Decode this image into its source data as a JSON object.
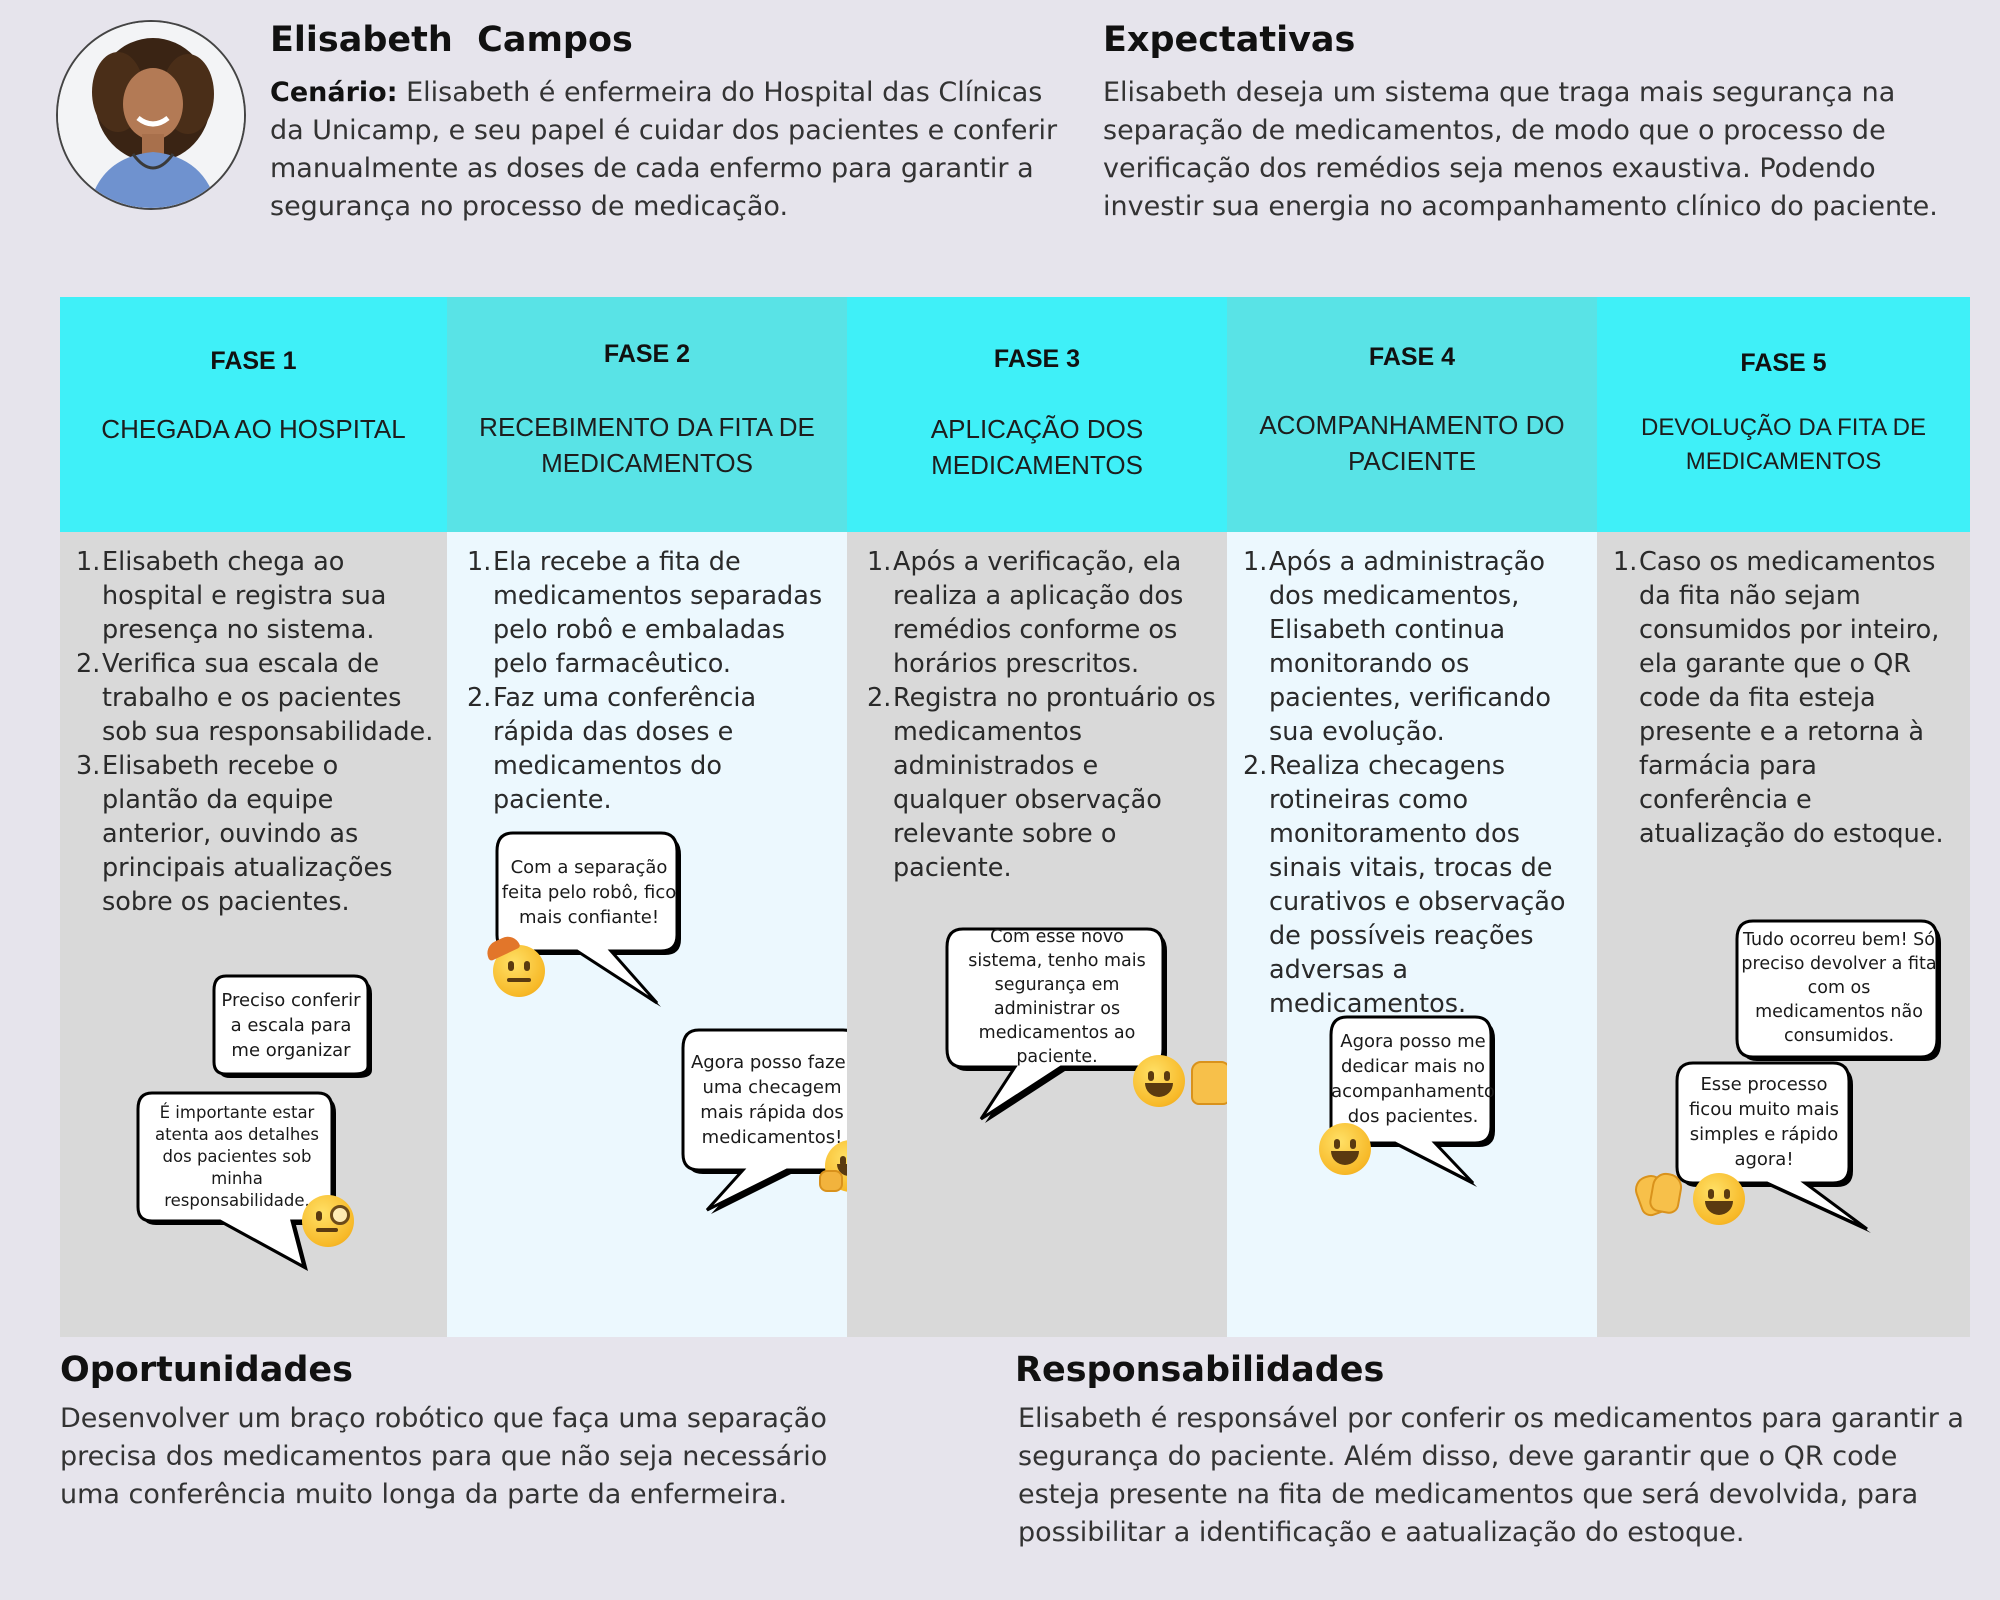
{
  "persona": {
    "name": "Elisabeth  Campos",
    "scenario_label": "Cenário:",
    "scenario_text": " Elisabeth é enfermeira do Hospital das Clínicas da Unicamp, e seu papel é cuidar dos pacientes e conferir manualmente as doses de cada enfermo para garantir a segurança no processo de medicação."
  },
  "expectativas": {
    "title": "Expectativas",
    "text": "Elisabeth deseja um sistema que traga mais segurança na separação de medicamentos, de modo que o processo de verificação dos remédios seja menos exaustiva. Podendo investir sua energia no acompanhamento clínico do paciente."
  },
  "phases": [
    {
      "num": "FASE 1",
      "title": "CHEGADA AO HOSPITAL",
      "steps": [
        "Elisabeth chega ao hospital e registra sua presença no sistema.",
        " Verifica sua escala de trabalho e os pacientes sob sua responsabilidade.",
        "Elisabeth recebe o plantão da equipe anterior, ouvindo as principais atualizações sobre os pacientes."
      ],
      "bubbles": [
        "Preciso conferir a escala para me organizar",
        "É importante estar atenta aos detalhes dos pacientes sob minha responsabilidade."
      ]
    },
    {
      "num": "FASE 2",
      "title": "RECEBIMENTO DA FITA DE MEDICAMENTOS",
      "steps": [
        "Ela recebe a fita de medicamentos separadas pelo robô e embaladas pelo farmacêutico.",
        "Faz uma conferência rápida das doses e medicamentos do paciente."
      ],
      "bubbles": [
        "Com a separação feita pelo robô, fico mais confiante!",
        "Agora posso fazer uma checagem mais rápida dos medicamentos!"
      ]
    },
    {
      "num": "FASE 3",
      "title": "APLICAÇÃO DOS MEDICAMENTOS",
      "steps": [
        "Após a verificação, ela realiza a aplicação dos remédios conforme os horários prescritos.",
        "Registra no prontuário os medicamentos administrados e qualquer observação relevante sobre o paciente."
      ],
      "bubbles": [
        "Com esse novo sistema, tenho mais segurança em administrar os medicamentos ao paciente."
      ]
    },
    {
      "num": "FASE 4",
      "title": "ACOMPANHAMENTO DO PACIENTE",
      "steps": [
        "Após a administração dos medicamentos, Elisabeth continua monitorando os pacientes, verificando sua evolução.",
        "Realiza checagens rotineiras como monitoramento dos sinais vitais, trocas de curativos e observação de possíveis reações adversas a medicamentos."
      ],
      "bubbles": [
        "Agora posso me dedicar mais no acompanhamento dos pacientes."
      ]
    },
    {
      "num": "FASE 5",
      "title": "DEVOLUÇÃO DA FITA DE MEDICAMENTOS",
      "steps": [
        "Caso os medicamentos da fita não sejam consumidos por inteiro, ela garante que o QR code da fita esteja presente e a retorna à farmácia para conferência e atualização do estoque."
      ],
      "bubbles": [
        "Tudo ocorreu bem! Só preciso devolver a fita com os medicamentos não consumidos.",
        "Esse processo ficou muito mais simples e rápido agora!"
      ]
    }
  ],
  "oportunidades": {
    "title": "Oportunidades",
    "text": "Desenvolver um braço robótico que faça uma separação precisa dos medicamentos para que não seja necessário uma conferência muito longa da parte da enfermeira."
  },
  "responsabilidades": {
    "title": "Responsabilidades",
    "text": "Elisabeth é responsável por conferir os medicamentos para garantir a segurança do paciente. Além disso, deve garantir que o QR code esteja presente na fita de medicamentos que será devolvida, para possibilitar a identificação e aatualização do estoque."
  },
  "colors": {
    "background": "#e6e4ec",
    "header_cyan": "#3ff0f8",
    "header_cyan_soft": "#59e3e6",
    "body_gray": "#d9d9d9",
    "body_light_blue": "#ecf8fe"
  },
  "icons": [
    "nurse-avatar",
    "salute-emoji",
    "hugging-emoji",
    "grin-emoji",
    "thumbs-up-emoji",
    "monocle-emoji",
    "clapping-hands-emoji"
  ]
}
